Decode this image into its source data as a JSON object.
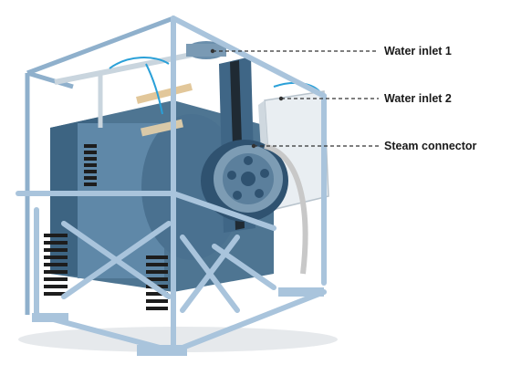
{
  "figure": {
    "subject": "industrial-washer-extractor-machine-photo",
    "colors": {
      "frame": "#a9c4dc",
      "frame_dark": "#7e9fbd",
      "body": "#4e7592",
      "body_dark": "#2f5270",
      "drum": "#5f88a8",
      "spring": "#1d1d1d",
      "control_box": "#e9eef2",
      "leader_line": "#333333",
      "label_text": "#1a1a1a"
    },
    "callouts": [
      {
        "label": "Water inlet 1"
      },
      {
        "label": "Water inlet 2"
      },
      {
        "label": "Steam connector"
      }
    ]
  }
}
